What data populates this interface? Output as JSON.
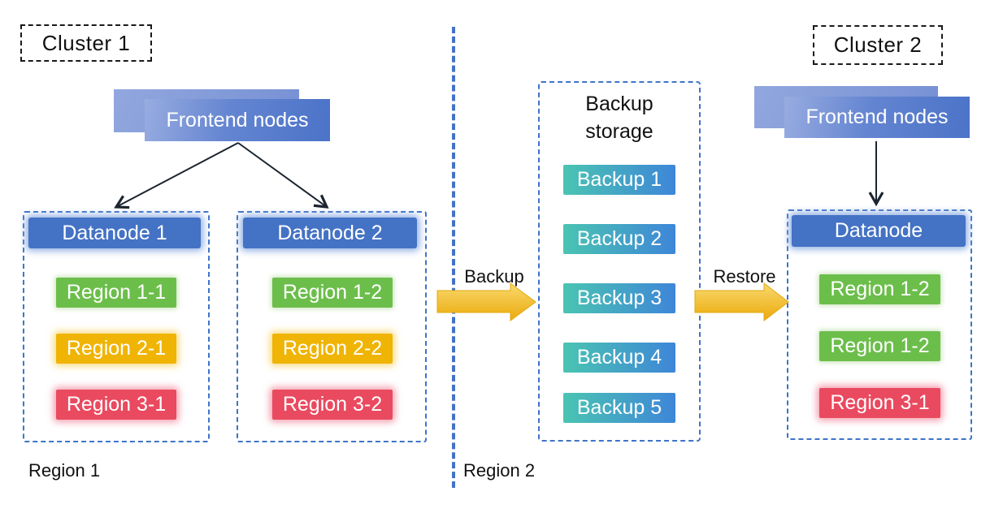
{
  "cluster1": {
    "label": "Cluster 1",
    "frontend_label": "Frontend nodes",
    "datanodes": [
      {
        "title": "Datanode 1",
        "regions": [
          {
            "label": "Region 1-1",
            "color": "green"
          },
          {
            "label": "Region 2-1",
            "color": "yellow"
          },
          {
            "label": "Region 3-1",
            "color": "red"
          }
        ]
      },
      {
        "title": "Datanode 2",
        "regions": [
          {
            "label": "Region 1-2",
            "color": "green"
          },
          {
            "label": "Region 2-2",
            "color": "yellow"
          },
          {
            "label": "Region 3-2",
            "color": "red"
          }
        ]
      }
    ]
  },
  "flow": {
    "backup_label": "Backup",
    "restore_label": "Restore"
  },
  "backup_storage": {
    "title": "Backup storage",
    "items": [
      "Backup 1",
      "Backup 2",
      "Backup 3",
      "Backup 4",
      "Backup 5"
    ]
  },
  "cluster2": {
    "label": "Cluster 2",
    "frontend_label": "Frontend nodes",
    "datanode": {
      "title": "Datanode",
      "regions": [
        {
          "label": "Region 1-2",
          "color": "green"
        },
        {
          "label": "Region 1-2",
          "color": "green"
        },
        {
          "label": "Region 3-1",
          "color": "red"
        }
      ]
    }
  },
  "footers": {
    "region1_label": "Region 1",
    "region2_label": "Region 2"
  },
  "colors": {
    "node_blue": "#4472c4",
    "dashed_blue": "#3e74c9",
    "region_green": "#6cbe4b",
    "region_yellow": "#f0b405",
    "region_red": "#e94a60",
    "backup_teal": "#4ac4b2",
    "backup_blue": "#3e86d8",
    "arrow_gold": "#eca90b"
  }
}
